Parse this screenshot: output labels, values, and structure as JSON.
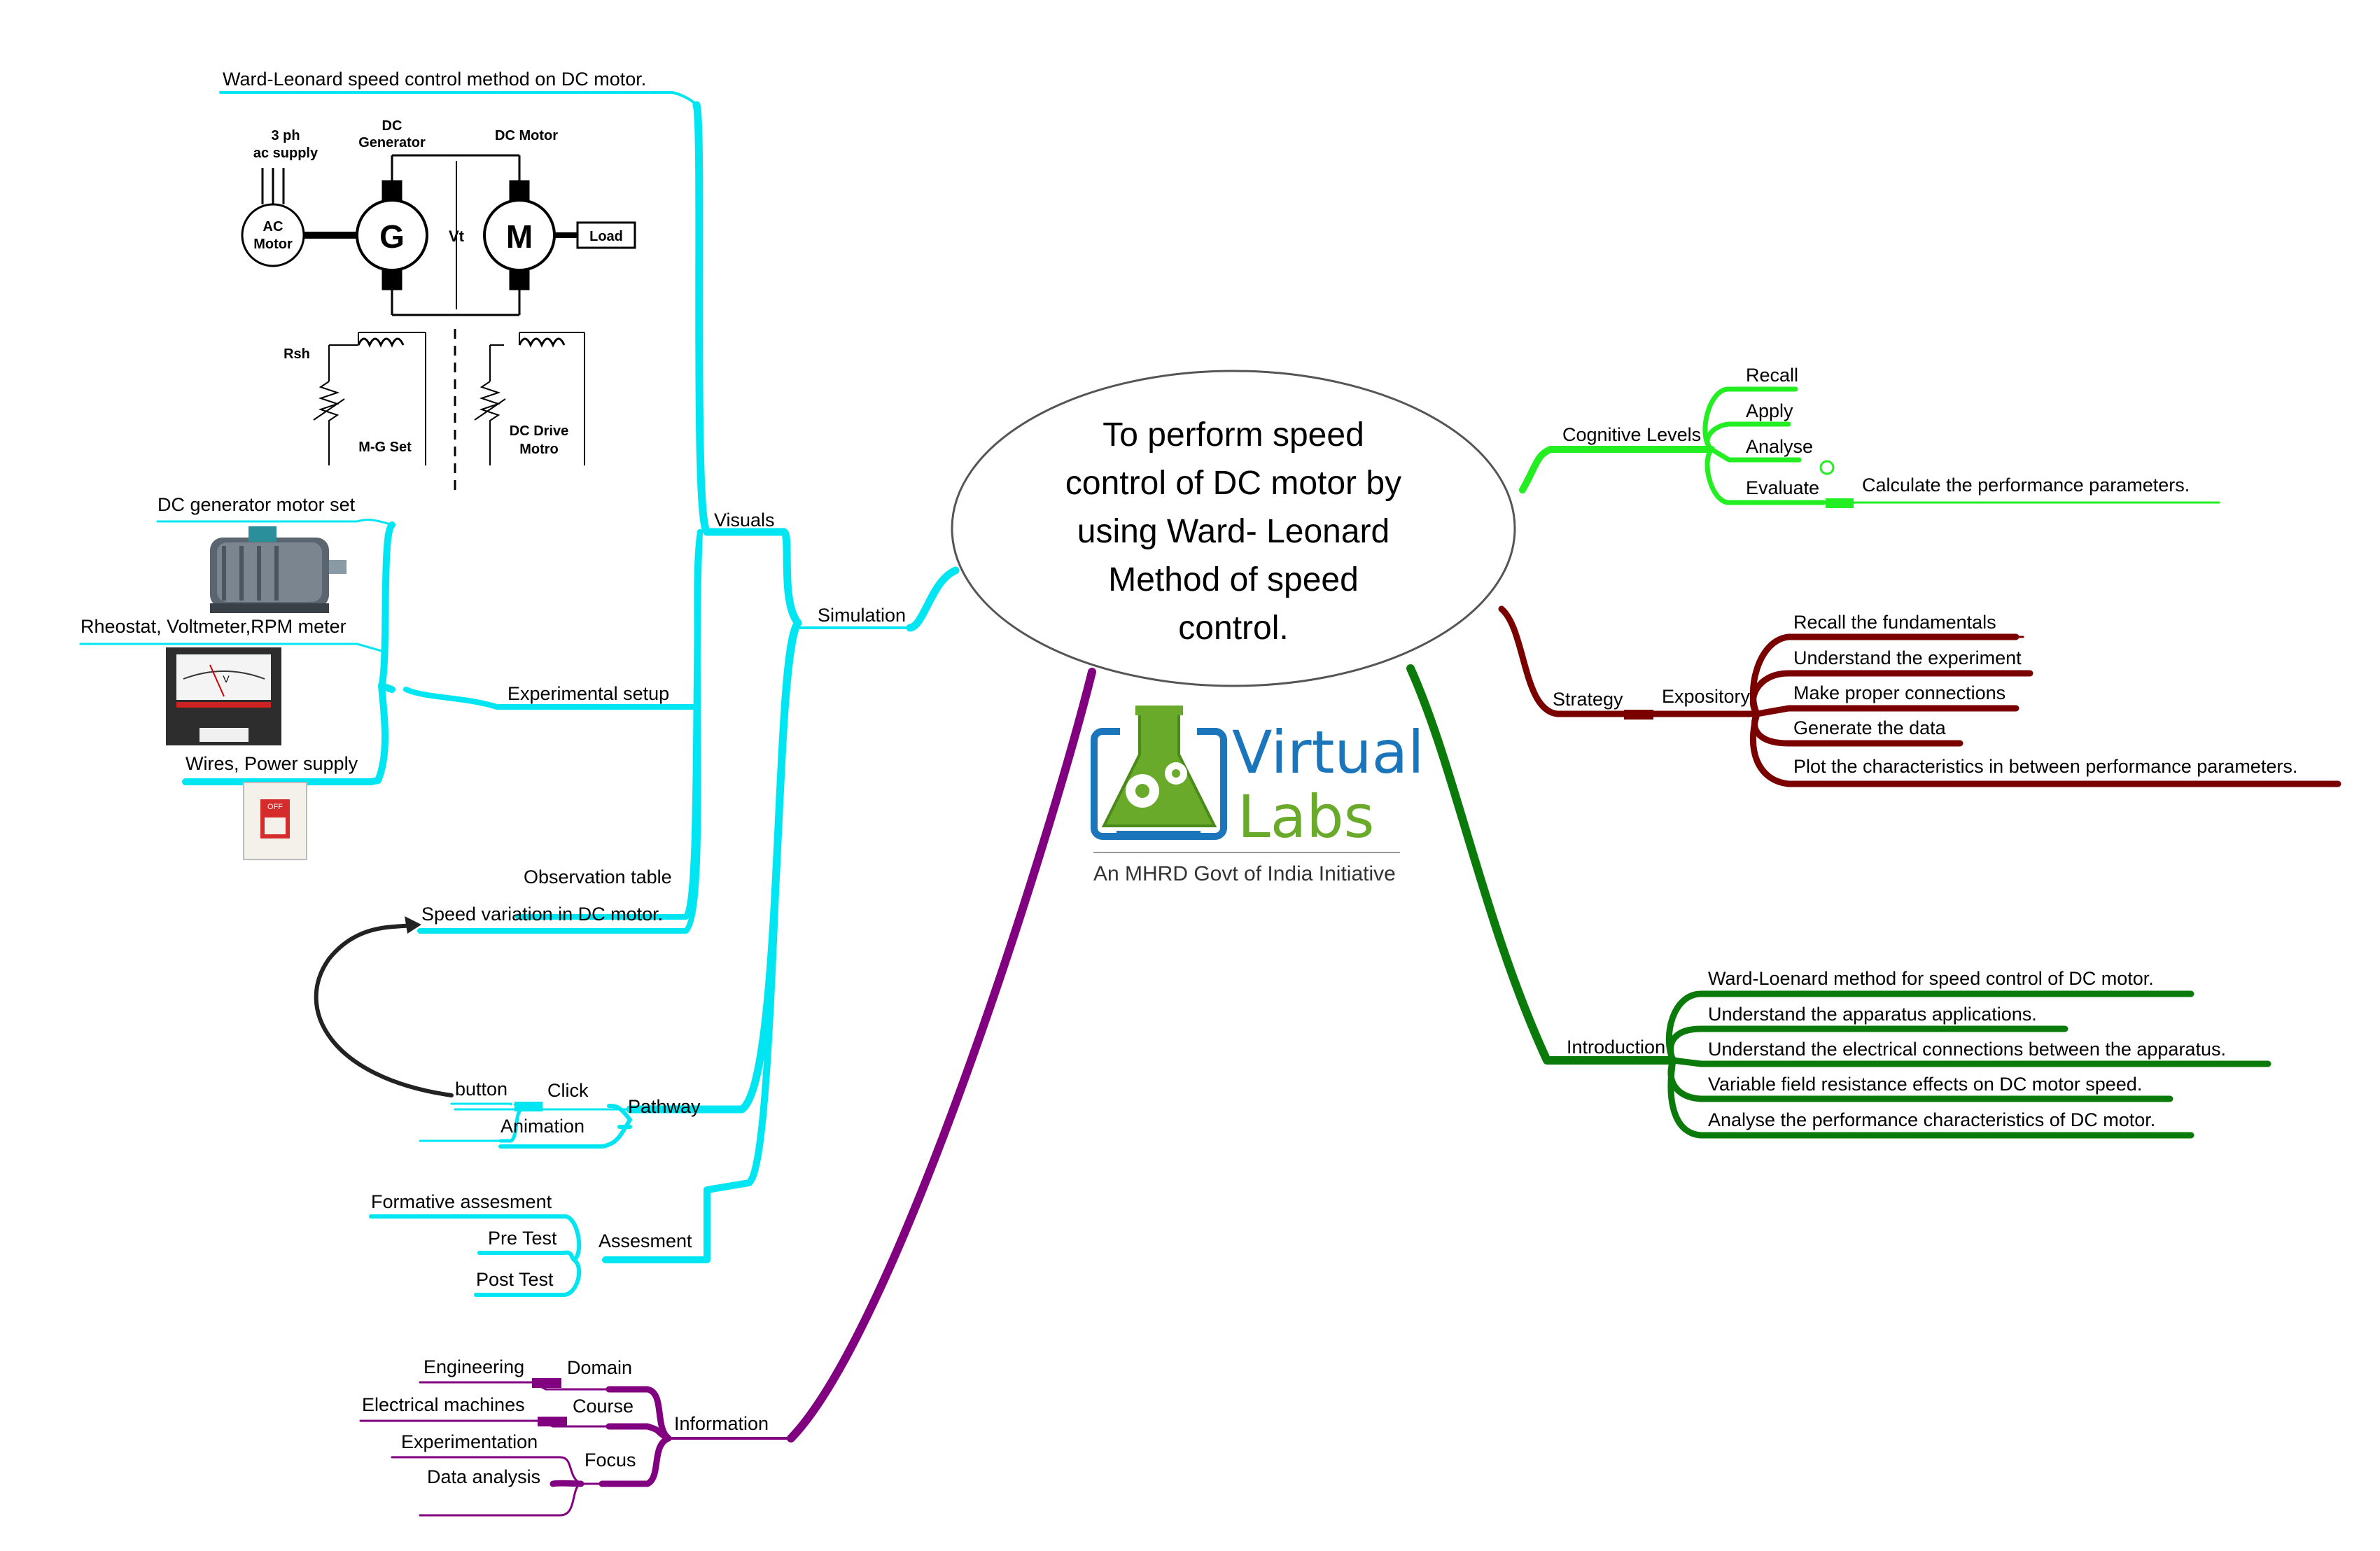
{
  "central_topic": {
    "lines": [
      "To perform speed",
      "control of DC motor by",
      "using Ward- Leonard",
      "Method of speed",
      "control."
    ]
  },
  "logo": {
    "brand_line1": "Virtual",
    "brand_line2": "Labs",
    "tagline": "An MHRD Govt of India Initiative"
  },
  "colors": {
    "simulation": "#00e5f2",
    "information": "#800080",
    "cognitive": "#22ee22",
    "strategy": "#7a0000",
    "introduction": "#0a7a0a",
    "pathway_arrow": "#222222"
  },
  "branches": {
    "simulation": {
      "label": "Simulation",
      "visuals": {
        "label": "Visuals",
        "items": {
          "ward_leonard": "Ward-Leonard speed control method on DC motor.",
          "experimental_setup": "Experimental setup",
          "observation_table": "Observation table",
          "speed_variation": "Speed variation in DC motor."
        },
        "setup_items": {
          "motor_set": "DC generator motor set",
          "rheostat": "Rheostat, Voltmeter,RPM meter",
          "wires": "Wires, Power supply"
        }
      },
      "pathway": {
        "label": "Pathway",
        "click": "Click",
        "button": "button",
        "animation": "Animation"
      },
      "assesment": {
        "label": "Assesment",
        "items": [
          "Formative assesment",
          "Pre Test",
          "Post Test"
        ]
      }
    },
    "information": {
      "label": "Information",
      "domain": {
        "label": "Domain",
        "value": "Engineering"
      },
      "course": {
        "label": "Course",
        "value": "Electrical machines"
      },
      "focus": {
        "label": "Focus",
        "values": [
          "Experimentation",
          "Data analysis"
        ]
      }
    },
    "cognitive": {
      "label": "Cognitive Levels",
      "items": [
        "Recall",
        "Apply",
        "Analyse",
        "Evaluate"
      ],
      "evaluate_detail": "Calculate the performance parameters."
    },
    "strategy": {
      "label": "Strategy",
      "expository": "Expository",
      "items": [
        "Recall the fundamentals",
        "Understand the experiment",
        "Make proper connections",
        "Generate the data",
        "Plot the characteristics in between performance parameters."
      ]
    },
    "introduction": {
      "label": "Introduction",
      "items": [
        "Ward-Loenard method for speed control of DC motor.",
        "Understand the apparatus applications.",
        "Understand the electrical connections between the apparatus.",
        "Variable field resistance effects on DC motor speed.",
        "Analyse the performance characteristics of DC motor."
      ]
    }
  },
  "circuit_diagram": {
    "supply": [
      "3 ph",
      "ac supply"
    ],
    "generator_caption": [
      "DC",
      "Generator"
    ],
    "motor_caption": "DC Motor",
    "ac_motor": [
      "AC",
      "Motor"
    ],
    "gen_letter": "G",
    "motor_letter": "M",
    "load": "Load",
    "vt": "Vt",
    "rsh": "Rsh",
    "mg_set": "M-G Set",
    "drive": [
      "DC Drive",
      "Motro"
    ]
  },
  "equipment_images": {
    "voltmeter_symbol": "V",
    "switch_label": "OFF"
  }
}
